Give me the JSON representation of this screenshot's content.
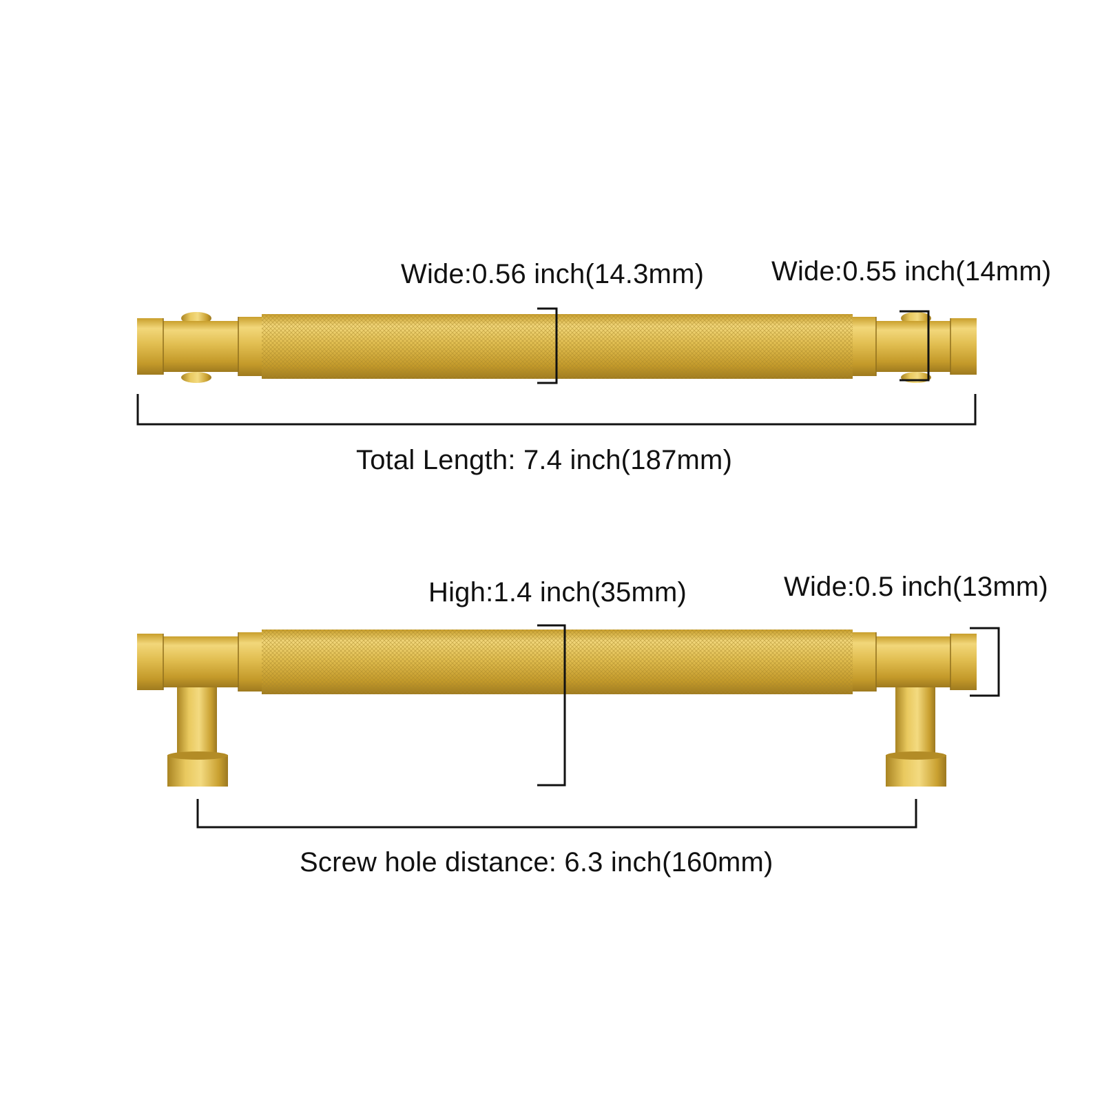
{
  "top_view": {
    "center_width_label": "Wide:0.56 inch(14.3mm)",
    "end_width_label": "Wide:0.55 inch(14mm)",
    "total_length_label": "Total Length: 7.4 inch(187mm)"
  },
  "side_view": {
    "height_label": "High:1.4 inch(35mm)",
    "end_width_label": "Wide:0.5 inch(13mm)",
    "screw_hole_label": "Screw hole distance: 6.3 inch(160mm)"
  },
  "colors": {
    "brass_light": "#e6c457",
    "brass_mid": "#d4af37",
    "brass_dark": "#a88424",
    "dimension_line": "#111111"
  }
}
